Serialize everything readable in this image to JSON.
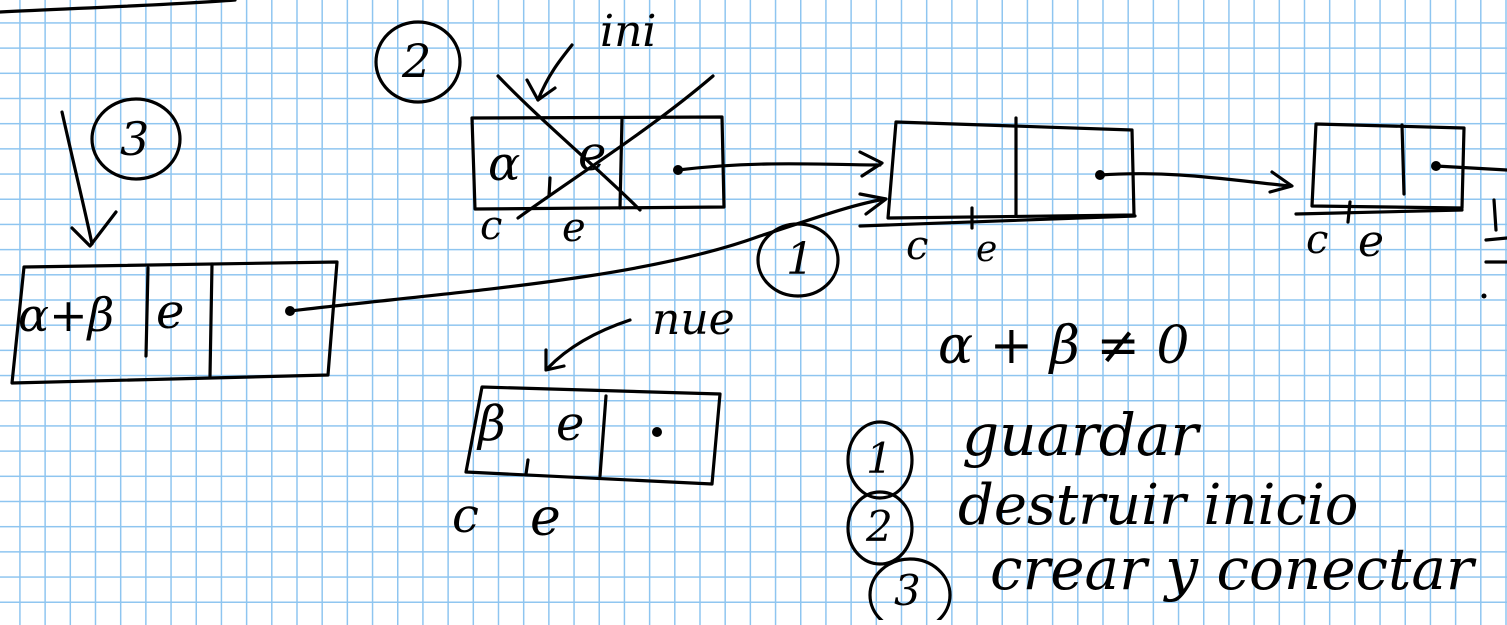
{
  "labels": {
    "ini": "ini",
    "nue": "nue",
    "step_1": "1",
    "step_2": "2",
    "step_3": "3",
    "field_c": "c",
    "field_e": "e"
  },
  "nodes": {
    "old_node_c": "α",
    "old_node_e": "e",
    "new_node_c": "β",
    "new_node_e": "e",
    "merged_node_c": "α+β",
    "merged_node_e": "e"
  },
  "condition": "α + β ≠ 0",
  "steps": [
    {
      "num": "1",
      "text": "guardar"
    },
    {
      "num": "2",
      "text": "destruir inicio"
    },
    {
      "num": "3",
      "text": "crear y conectar"
    }
  ]
}
